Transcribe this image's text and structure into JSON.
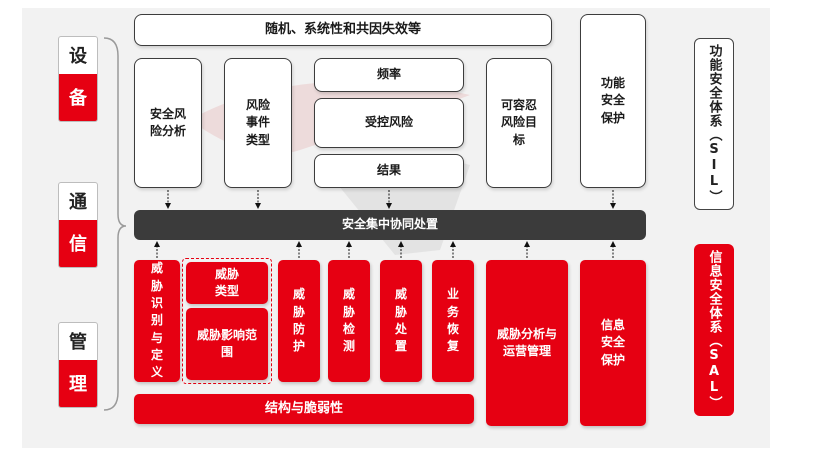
{
  "left_labels": [
    {
      "top": "设",
      "bottom": "备"
    },
    {
      "top": "通",
      "bottom": "信"
    },
    {
      "top": "管",
      "bottom": "理"
    }
  ],
  "top_banner": "随机、系统性和共因失效等",
  "upper_boxes": {
    "safety_risk_analysis": "安全风险分析",
    "risk_event_type": "风险事件类型",
    "frequency": "频率",
    "controlled_risk": "受控风险",
    "result": "结果",
    "tolerable_risk_target": "可容忍风险目标",
    "functional_safety_protection": "功能安全保护"
  },
  "central_bar": "安全集中协同处置",
  "lower_boxes": {
    "threat_identification": "威胁识别与定义",
    "threat_type": "威胁类型",
    "threat_impact_scope": "威胁影响范围",
    "threat_protection": "威胁防护",
    "threat_detection": "威胁检测",
    "threat_disposal": "威胁处置",
    "business_recovery": "业务恢复",
    "threat_analysis_ops": "威胁分析与运营管理",
    "info_security_protection": "信息安全保护"
  },
  "bottom_banner": "结构与脆弱性",
  "right_labels": {
    "functional_safety_system": "功能安全体系（SIL）",
    "info_security_system": "信息安全体系（SAL）"
  },
  "colors": {
    "accent_red": "#e60012",
    "dark_bar": "#3b3b3b",
    "panel_bg": "#f2f2f2"
  }
}
